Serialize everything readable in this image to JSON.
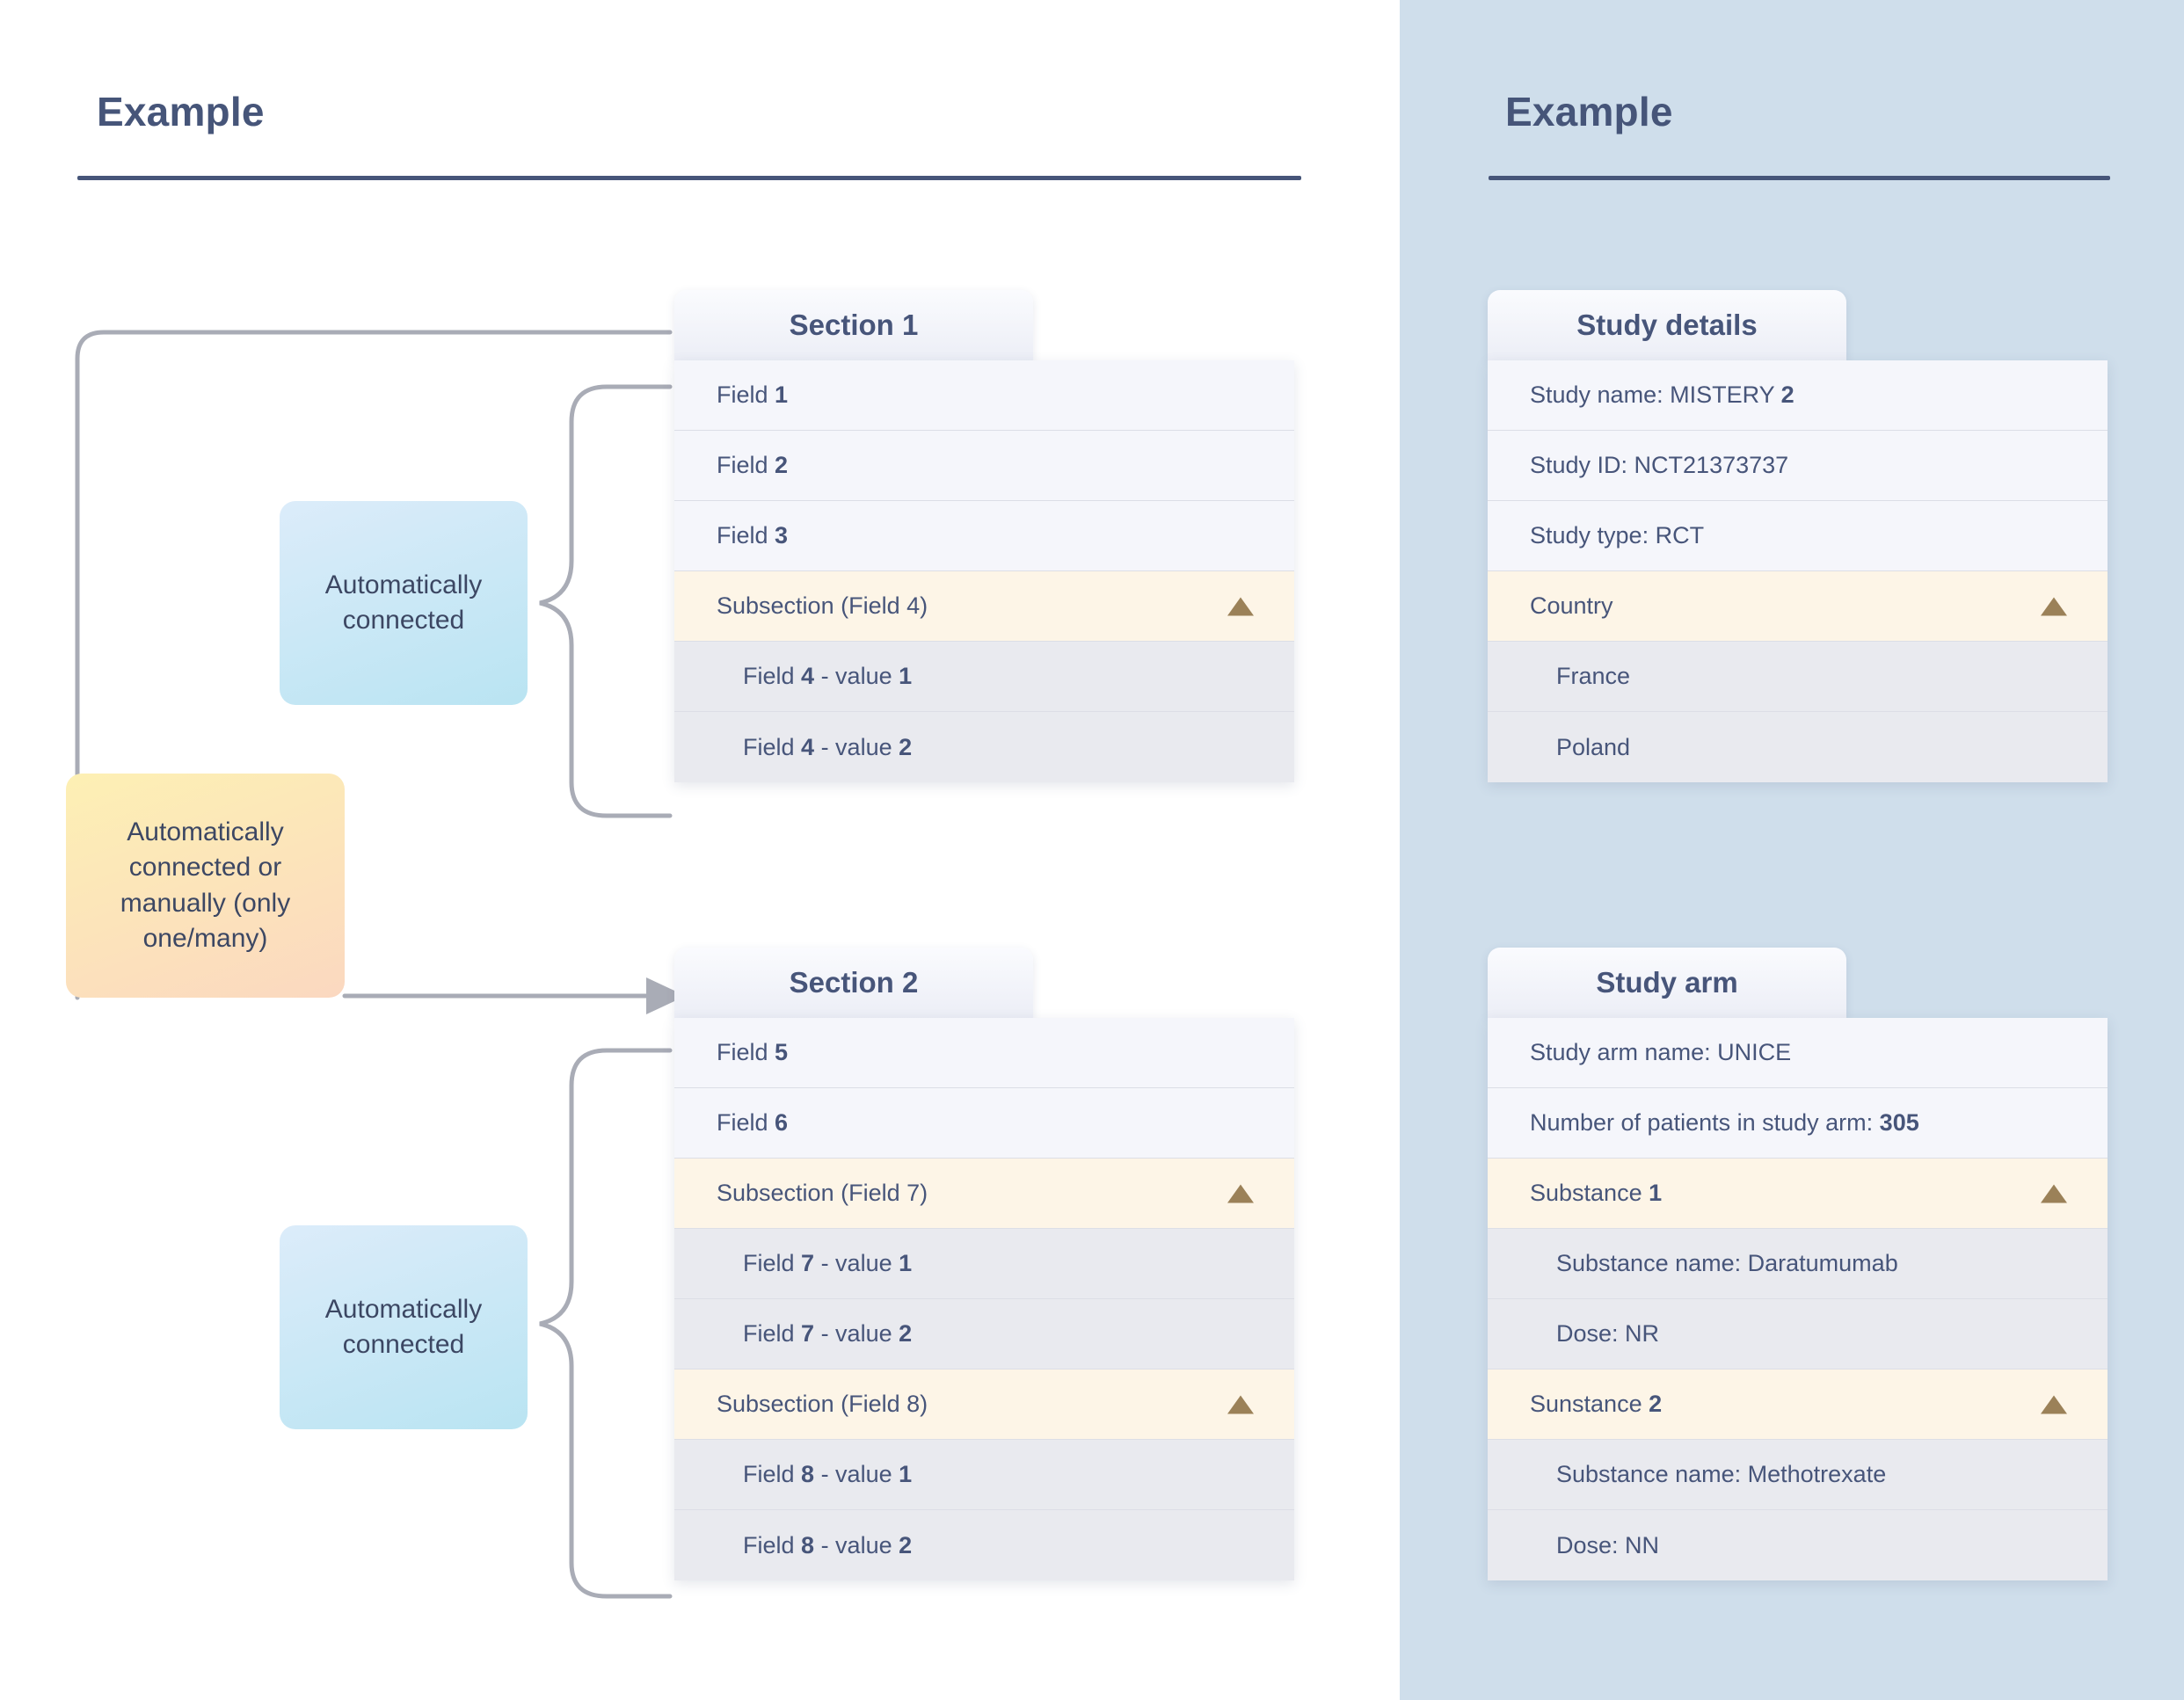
{
  "page": {
    "left_heading": "Example",
    "right_heading": "Example",
    "accent_color": "#465579",
    "panel_bg": "#cfdeeb",
    "subsection_bg": "#fdf5e7",
    "subvalue_bg": "#e9eaef",
    "field_bg": "#f5f6fb",
    "triangle_color": "#9b8158"
  },
  "notes": {
    "blue_top": "Automatically connected",
    "blue_bottom": "Automatically connected",
    "orange": "Automatically connected or manually (only one/many)"
  },
  "left": {
    "section1": {
      "title": "Section 1",
      "rows": [
        {
          "type": "field",
          "text": "Field 1",
          "bold": "1",
          "caret": false
        },
        {
          "type": "field",
          "text": "Field 2",
          "bold": "2",
          "caret": false
        },
        {
          "type": "field",
          "text": "Field 3",
          "bold": "3",
          "caret": false
        },
        {
          "type": "subsection",
          "text": "Subsection (Field 4)",
          "bold": "",
          "caret": true
        },
        {
          "type": "subvalue",
          "text": "Field 4 - value 1",
          "bold": "4,1",
          "caret": false
        },
        {
          "type": "subvalue",
          "text": "Field 4 - value 2",
          "bold": "4,2",
          "caret": false
        }
      ]
    },
    "section2": {
      "title": "Section 2",
      "rows": [
        {
          "type": "field",
          "text": "Field 5",
          "bold": "5",
          "caret": false
        },
        {
          "type": "field",
          "text": "Field 6",
          "bold": "6",
          "caret": false
        },
        {
          "type": "subsection",
          "text": "Subsection (Field 7)",
          "bold": "",
          "caret": true
        },
        {
          "type": "subvalue",
          "text": "Field 7 - value 1",
          "bold": "7,1",
          "caret": false
        },
        {
          "type": "subvalue",
          "text": "Field 7 - value 2",
          "bold": "7,2",
          "caret": false
        },
        {
          "type": "subsection",
          "text": "Subsection (Field 8)",
          "bold": "",
          "caret": true
        },
        {
          "type": "subvalue",
          "text": "Field 8 - value 1",
          "bold": "8,1",
          "caret": false
        },
        {
          "type": "subvalue",
          "text": "Field 8 - value 2",
          "bold": "8,2",
          "caret": false
        }
      ]
    }
  },
  "right": {
    "study_details": {
      "title": "Study details",
      "rows": [
        {
          "type": "field",
          "text": "Study name: MISTERY 2",
          "caret": false
        },
        {
          "type": "field",
          "text": "Study ID: NCT21373737",
          "caret": false
        },
        {
          "type": "field",
          "text": "Study type: RCT",
          "caret": false
        },
        {
          "type": "subsection",
          "text": "Country",
          "caret": true
        },
        {
          "type": "subvalue",
          "text": "France",
          "caret": false
        },
        {
          "type": "subvalue",
          "text": "Poland",
          "caret": false
        }
      ]
    },
    "study_arm": {
      "title": "Study arm",
      "rows": [
        {
          "type": "field",
          "text": "Study arm name: UNICE",
          "caret": false
        },
        {
          "type": "field",
          "text": "Number of patients in study arm:  305",
          "caret": false
        },
        {
          "type": "subsection",
          "text": "Substance 1",
          "caret": true
        },
        {
          "type": "subvalue",
          "text": "Substance name: Daratumumab",
          "caret": false
        },
        {
          "type": "subvalue",
          "text": "Dose: NR",
          "caret": false
        },
        {
          "type": "subsection",
          "text": "Sunstance 2",
          "caret": true
        },
        {
          "type": "subvalue",
          "text": "Substance name: Methotrexate",
          "caret": false
        },
        {
          "type": "subvalue",
          "text": "Dose: NN",
          "caret": false
        }
      ]
    }
  }
}
